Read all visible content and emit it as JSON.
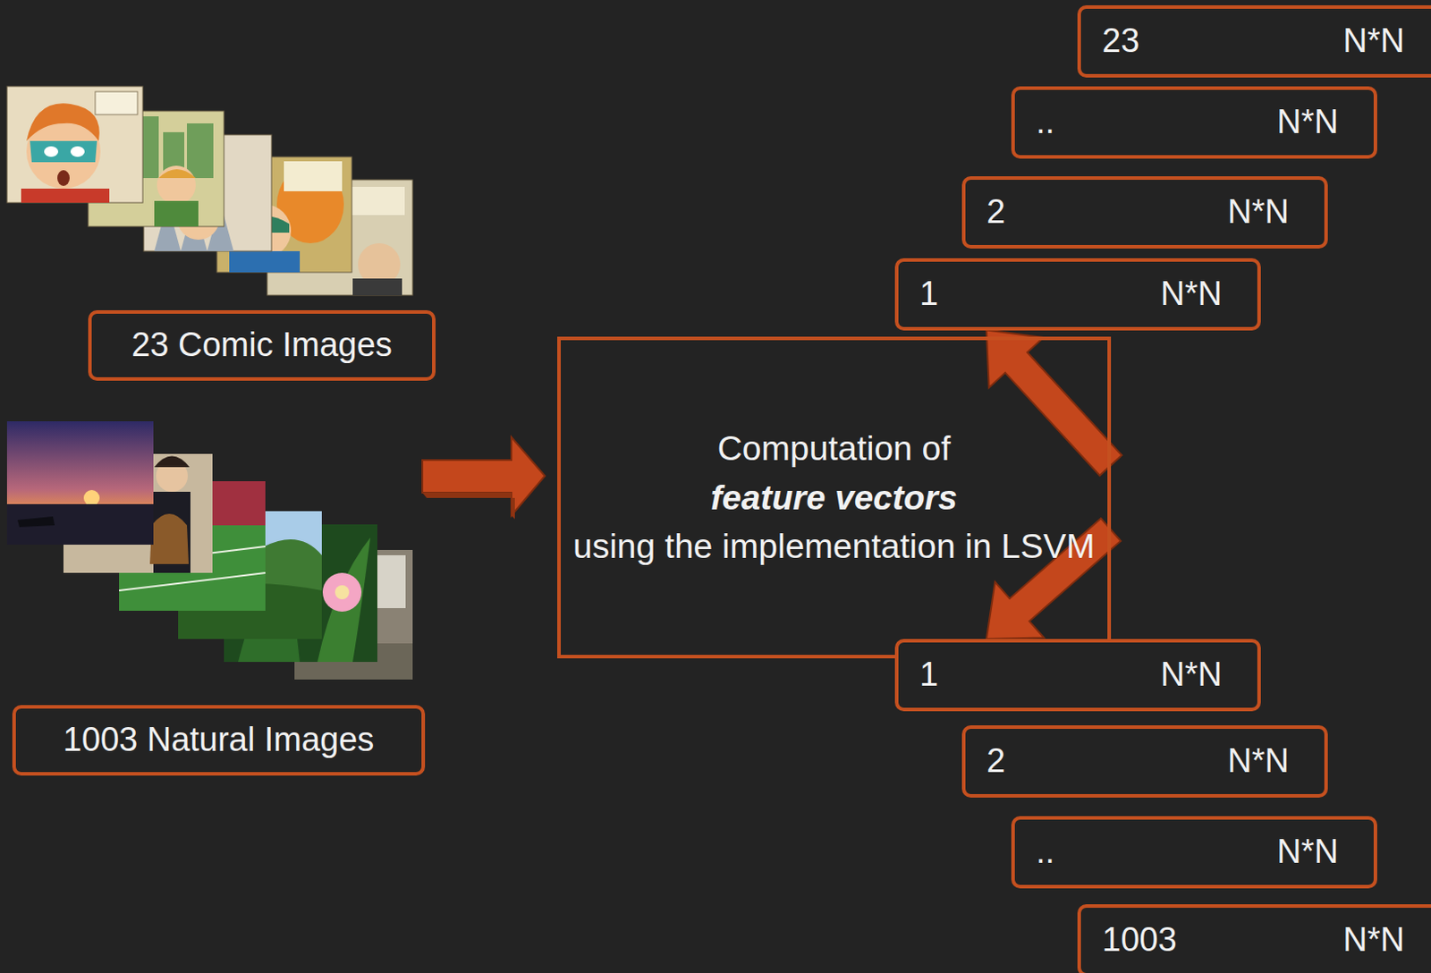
{
  "diagram": {
    "nodes": [
      {
        "text": [
          "23 Comic Images"
        ]
      },
      {
        "text": [
          "1003 Natural Images"
        ]
      },
      {
        "text": [
          "Computation of",
          "feature vectors",
          "using the implementation in LSVM"
        ]
      },
      {
        "text": [
          "23",
          "N*N"
        ]
      },
      {
        "text": [
          "..",
          "N*N"
        ]
      },
      {
        "text": [
          "2",
          "N*N"
        ]
      },
      {
        "text": [
          "1",
          "N*N"
        ]
      },
      {
        "text": [
          "1",
          "N*N"
        ]
      },
      {
        "text": [
          "2",
          "N*N"
        ]
      },
      {
        "text": [
          "..",
          "N*N"
        ]
      },
      {
        "text": [
          "1003",
          "N*N"
        ]
      }
    ],
    "edges": [
      {
        "from": 2,
        "to": 6,
        "arrow": "to"
      },
      {
        "from": 2,
        "to": 7,
        "arrow": "to"
      }
    ]
  }
}
